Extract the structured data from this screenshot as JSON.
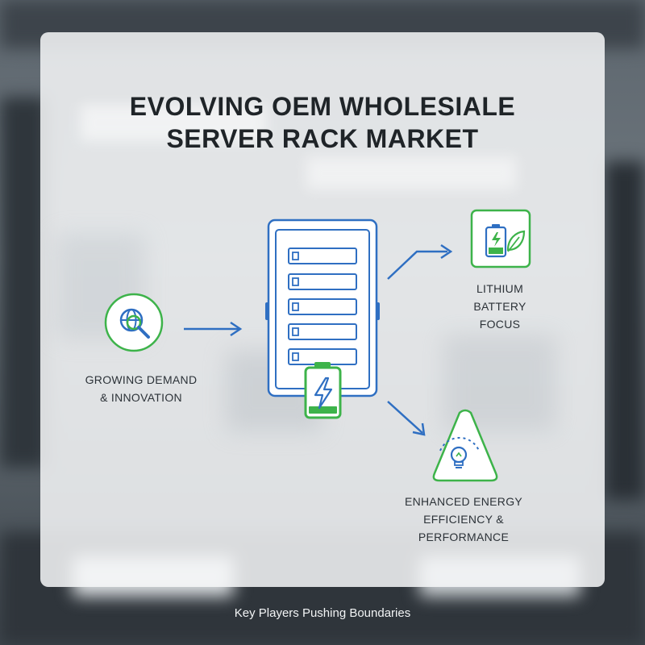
{
  "title": {
    "line1": "EVOLVING OEM WHOLESIALE",
    "line2": "SERVER RACK MARKET"
  },
  "nodes": {
    "demand": {
      "line1": "GROWING DEMAND",
      "line2": "& INNOVATION",
      "icon": "globe-search-icon"
    },
    "lithium": {
      "line1": "LITHIUM",
      "line2": "BATTERY",
      "line3": "FOCUS",
      "icon": "battery-leaf-icon"
    },
    "energy": {
      "line1": "ENHANCED ENERGY",
      "line2": "EFFICIENCY &",
      "line3": "PERFORMANCE",
      "icon": "lightbulb-icon"
    },
    "center": {
      "icon": "server-rack-icon",
      "badge_icon": "battery-bolt-icon"
    }
  },
  "footer": {
    "text": "Key Players Pushing Boundaries"
  },
  "colors": {
    "blue": "#2f6fc2",
    "green": "#3db34a",
    "dark_text": "#1f2428",
    "footer_text": "#f2f4f5"
  }
}
